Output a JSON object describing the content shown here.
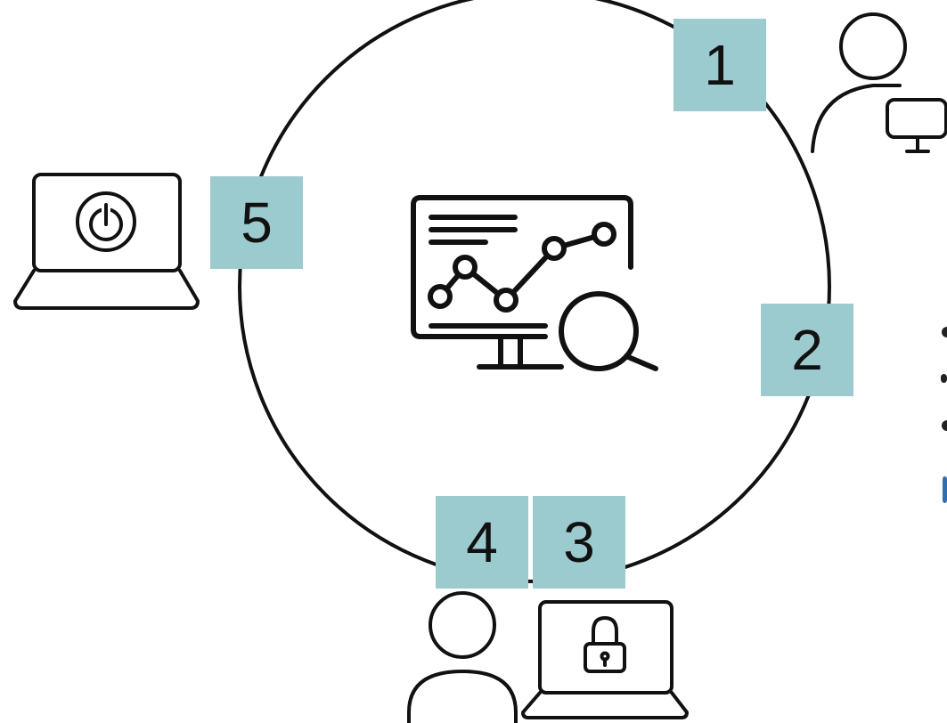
{
  "steps": [
    {
      "number": "1"
    },
    {
      "number": "2"
    },
    {
      "number": "3"
    },
    {
      "number": "4"
    },
    {
      "number": "5"
    }
  ],
  "colors": {
    "badge": "#9ccbcf",
    "stroke": "#111111",
    "accent": "#2f6fb0"
  },
  "icons": {
    "center": "analytics-monitor-icon",
    "step1": "user-at-computer-icon",
    "step3": "locked-laptop-icon",
    "step4": "user-icon",
    "step5": "laptop-power-icon"
  }
}
